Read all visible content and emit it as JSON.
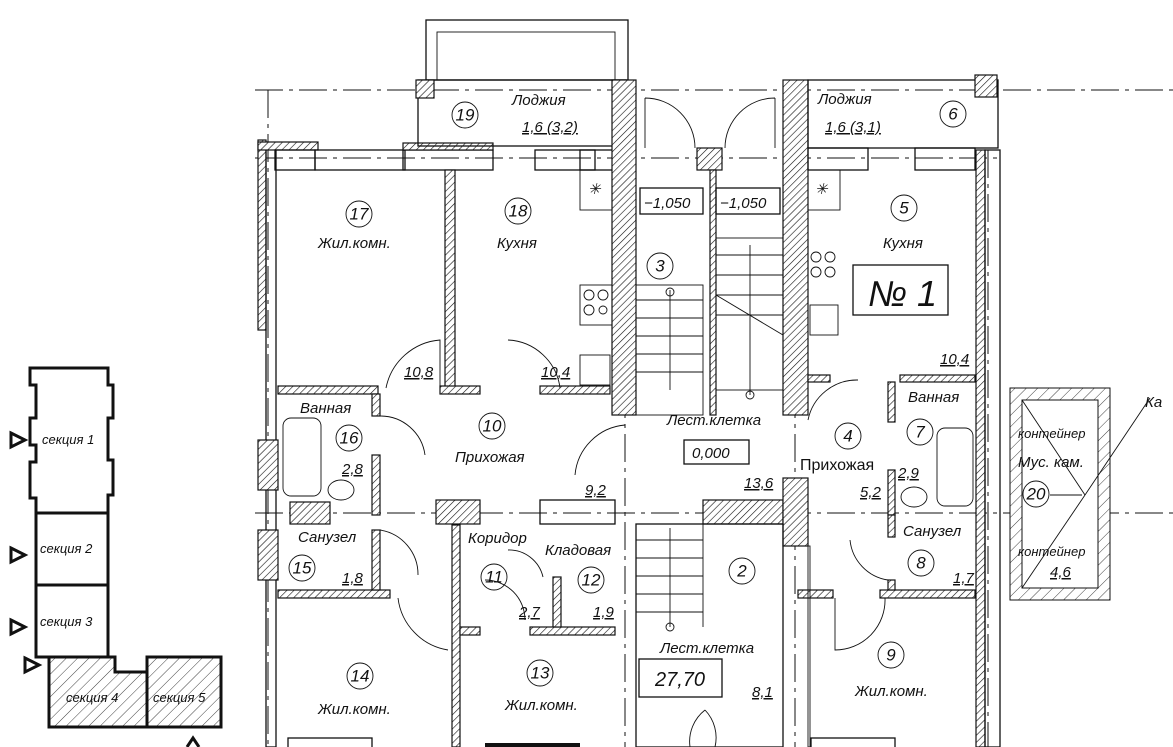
{
  "plan": {
    "apartment_label": "№ 1",
    "loggia_left": {
      "num": "19",
      "name": "Лоджия",
      "area": "1,6 (3,2)"
    },
    "loggia_right": {
      "num": "6",
      "name": "Лоджия",
      "area": "1,6 (3,1)"
    },
    "room17": {
      "num": "17",
      "name": "Жил.комн.",
      "area": "10,8"
    },
    "room18": {
      "num": "18",
      "name": "Кухня",
      "area": "10,4"
    },
    "room3": {
      "num": "3"
    },
    "levels": [
      "−1,050",
      "−1,050"
    ],
    "room5": {
      "num": "5",
      "name": "Кухня",
      "area": "10,4"
    },
    "room10": {
      "num": "10",
      "name": "Прихожая",
      "area": "9,2"
    },
    "room16": {
      "num": "16",
      "name": "Ванная",
      "area": "2,8"
    },
    "room15": {
      "num": "15",
      "name": "Санузел",
      "area": "1,8"
    },
    "room11": {
      "num": "11",
      "name": "Коридор",
      "area": "2,7"
    },
    "room12": {
      "num": "12",
      "name": "Кладовая",
      "area": "1,9"
    },
    "room14": {
      "num": "14",
      "name": "Жил.комн."
    },
    "room13": {
      "num": "13",
      "name": "Жил.комн."
    },
    "stair_upper": {
      "name": "Лест.клетка",
      "level": "0,000",
      "area": "13,6"
    },
    "stair_lower": {
      "num": "2",
      "name": "Лест.клетка",
      "level": "27,70",
      "area": "8,1"
    },
    "room4": {
      "num": "4",
      "name": "Прихожая",
      "area": "5,2"
    },
    "room7": {
      "num": "7",
      "name": "Ванная",
      "area": "2,9"
    },
    "room8": {
      "num": "8",
      "name": "Санузел",
      "area": "1,7"
    },
    "room9": {
      "num": "9",
      "name": "Жил.комн."
    },
    "room20": {
      "num": "20",
      "name": "Мус. кам.",
      "container": "контейнер",
      "area": "4,6",
      "callout": "Ка"
    }
  },
  "key_plan": {
    "sections": [
      "секция 1",
      "секция 2",
      "секция 3",
      "секция 4",
      "секция 5"
    ]
  }
}
